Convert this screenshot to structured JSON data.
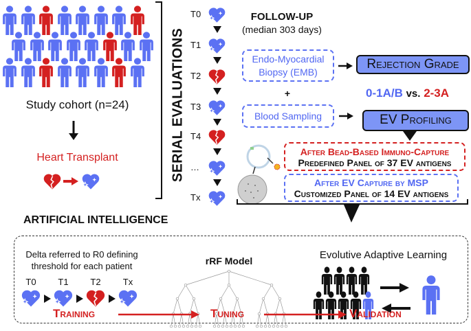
{
  "colors": {
    "blue": "#5b71f3",
    "red": "#d42020",
    "box_fill": "#7d95f6"
  },
  "cohort": {
    "rows": [
      [
        "blue",
        "blue",
        "red",
        "blue",
        "blue",
        "blue",
        "blue",
        "red"
      ],
      [
        "blue",
        "blue",
        "blue",
        "blue",
        "blue",
        "red",
        "blue",
        "blue"
      ],
      [
        "blue",
        "blue",
        "red",
        "blue",
        "blue",
        "blue",
        "red",
        "blue"
      ]
    ],
    "label": "Study cohort (n=24)",
    "transplant_label": "Heart Transplant"
  },
  "serial": {
    "title": "SERIAL EVALUATIONS",
    "timepoints": [
      {
        "label": "T0",
        "state": "healthy"
      },
      {
        "label": "T1",
        "state": "healthy"
      },
      {
        "label": "T2",
        "state": "broken"
      },
      {
        "label": "T3",
        "state": "healthy"
      },
      {
        "label": "T4",
        "state": "broken"
      },
      {
        "label": "…",
        "state": "healthy"
      },
      {
        "label": "Tx",
        "state": "healthy"
      }
    ]
  },
  "followup": {
    "title": "FOLLOW-UP",
    "subtitle": "(median 303 days)"
  },
  "emb": {
    "line1": "Endo-Myocardial",
    "line2": "Biopsy (EMB)"
  },
  "plus": "+",
  "blood": "Blood Sampling",
  "rejection_grade": "Rejection Grade",
  "grades": {
    "low": "0-1A/B",
    "vs": "vs.",
    "high": "2-3A"
  },
  "ev_profiling": "EV Profiling",
  "bead": {
    "title": "After Bead-Based Immuno-Capture",
    "panel": "Predefined Panel of 37 EV antigens"
  },
  "msp": {
    "title": "After EV Capture by MSP",
    "panel": "Customized Panel of 14 EV antigens"
  },
  "ai": {
    "title": "ARTIFICIAL INTELLIGENCE",
    "delta_line1": "Delta referred to R0 defining",
    "delta_line2": "threshold for each patient",
    "timepoints": [
      {
        "label": "T0",
        "state": "healthy"
      },
      {
        "label": "T1",
        "state": "healthy"
      },
      {
        "label": "T2",
        "state": "broken"
      },
      {
        "label": "Tx",
        "state": "healthy"
      }
    ],
    "model": "rRF Model",
    "learning": "Evolutive Adaptive Learning",
    "steps": {
      "training": "Training",
      "tuning": "Tuning",
      "validation": "Validation"
    }
  }
}
